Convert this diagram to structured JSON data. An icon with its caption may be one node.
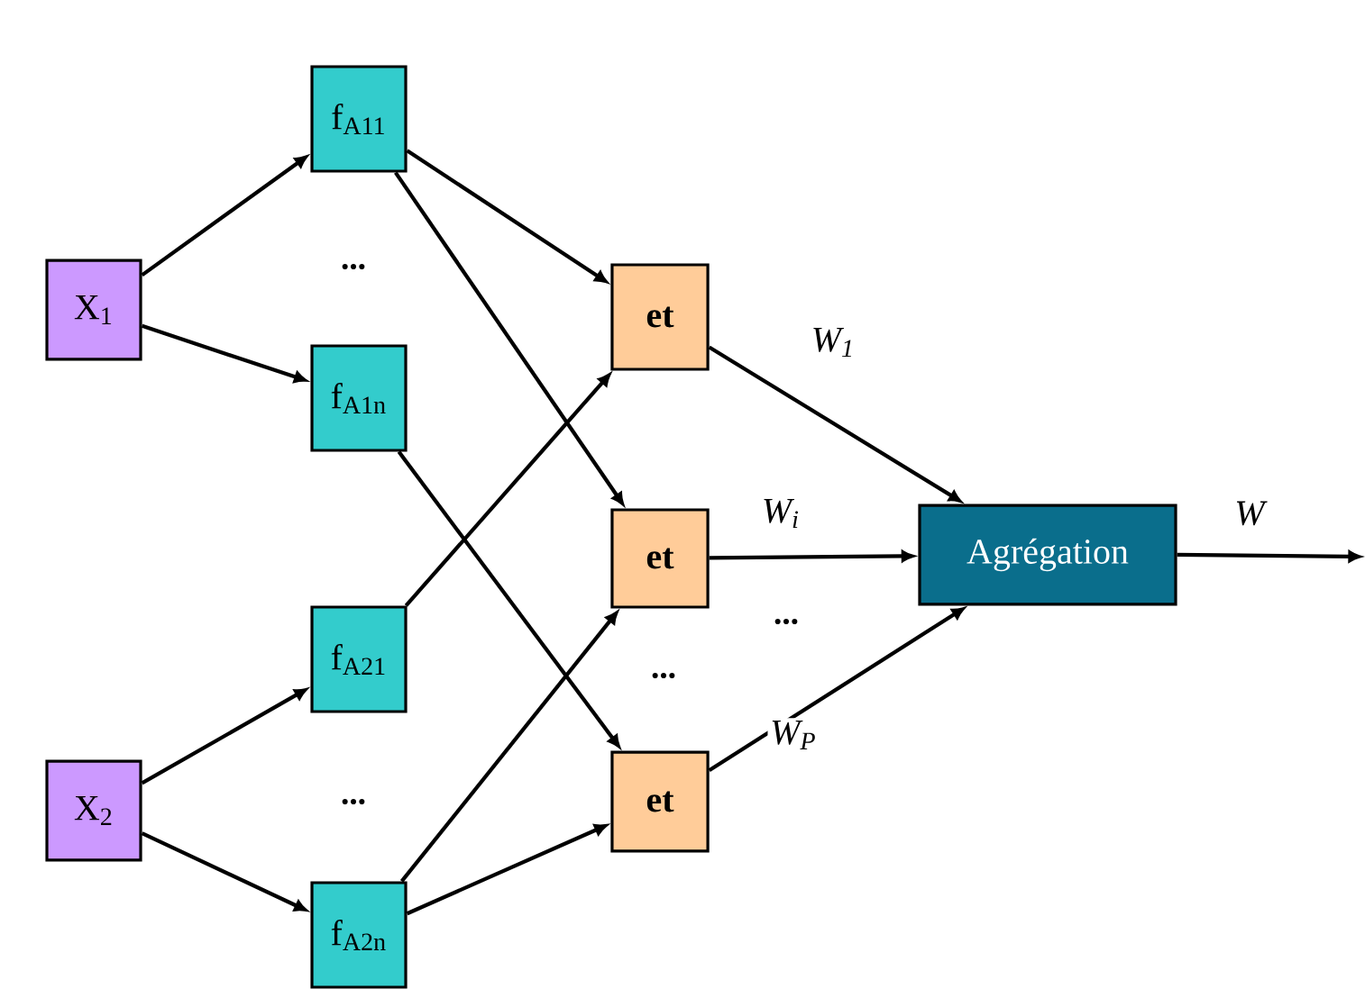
{
  "diagram": {
    "nodes": [
      {
        "text": [
          "X$_{1}$"
        ]
      },
      {
        "text": [
          "X$_{2}$"
        ]
      },
      {
        "text": [
          "f$_{A11}$"
        ]
      },
      {
        "text": [
          "f$_{A1n}$"
        ]
      },
      {
        "text": [
          "f$_{A21}$"
        ]
      },
      {
        "text": [
          "f$_{A2n}$"
        ]
      },
      {
        "text": [
          "et"
        ]
      },
      {
        "text": [
          "et"
        ]
      },
      {
        "text": [
          "et"
        ]
      },
      {
        "text": [
          "Agrégation"
        ]
      }
    ],
    "edges": [
      {
        "from": 0,
        "to": 2,
        "arrow": "to"
      },
      {
        "from": 0,
        "to": 3,
        "arrow": "to"
      },
      {
        "from": 1,
        "to": 4,
        "arrow": "to"
      },
      {
        "from": 1,
        "to": 5,
        "arrow": "to"
      },
      {
        "from": 2,
        "to": 6,
        "arrow": "to"
      },
      {
        "from": 2,
        "to": 7,
        "arrow": "to"
      },
      {
        "from": 3,
        "to": 8,
        "arrow": "to"
      },
      {
        "from": 4,
        "to": 6,
        "arrow": "to"
      },
      {
        "from": 5,
        "to": 7,
        "arrow": "to"
      },
      {
        "from": 5,
        "to": 8,
        "arrow": "to"
      },
      {
        "from": 6,
        "to": 9,
        "arrow": "to",
        "label": "*W*$_{1}$"
      },
      {
        "from": 7,
        "to": 9,
        "arrow": "to",
        "label": "*W*$_{i}$"
      },
      {
        "from": 8,
        "to": 9,
        "arrow": "to",
        "label": "*W*$_{P}$"
      },
      {
        "from": 9,
        "to": null,
        "arrow": "to",
        "label": "W"
      }
    ],
    "labels": [
      "...",
      "...",
      "...",
      "..."
    ]
  }
}
